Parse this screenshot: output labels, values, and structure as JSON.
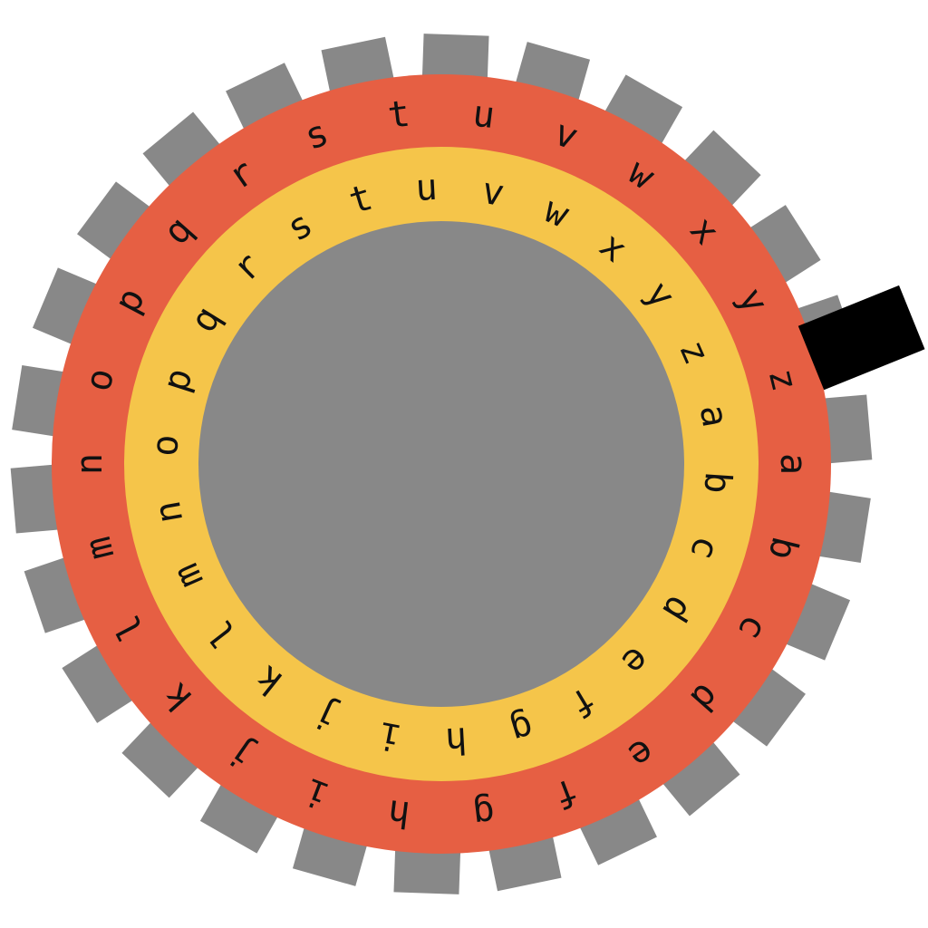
{
  "colors": {
    "background": "#ffffff",
    "teeth": "#888888",
    "outer_ring": "#e65f43",
    "inner_ring": "#f5c54a",
    "hub": "#888888",
    "pointer": "#000000",
    "letters": "#111111"
  },
  "outer_ring": {
    "letters": [
      "a",
      "b",
      "c",
      "d",
      "e",
      "f",
      "g",
      "h",
      "i",
      "j",
      "k",
      "l",
      "m",
      "n",
      "o",
      "p",
      "q",
      "r",
      "s",
      "t",
      "u",
      "v",
      "w",
      "x",
      "y",
      "z"
    ]
  },
  "inner_ring": {
    "letters": [
      "a",
      "b",
      "c",
      "d",
      "e",
      "f",
      "g",
      "h",
      "i",
      "j",
      "k",
      "l",
      "m",
      "n",
      "o",
      "p",
      "q",
      "r",
      "s",
      "t",
      "u",
      "v",
      "w",
      "x",
      "y",
      "z"
    ]
  },
  "teeth_count": 26,
  "pointer_icon": "pointer-bar-icon"
}
